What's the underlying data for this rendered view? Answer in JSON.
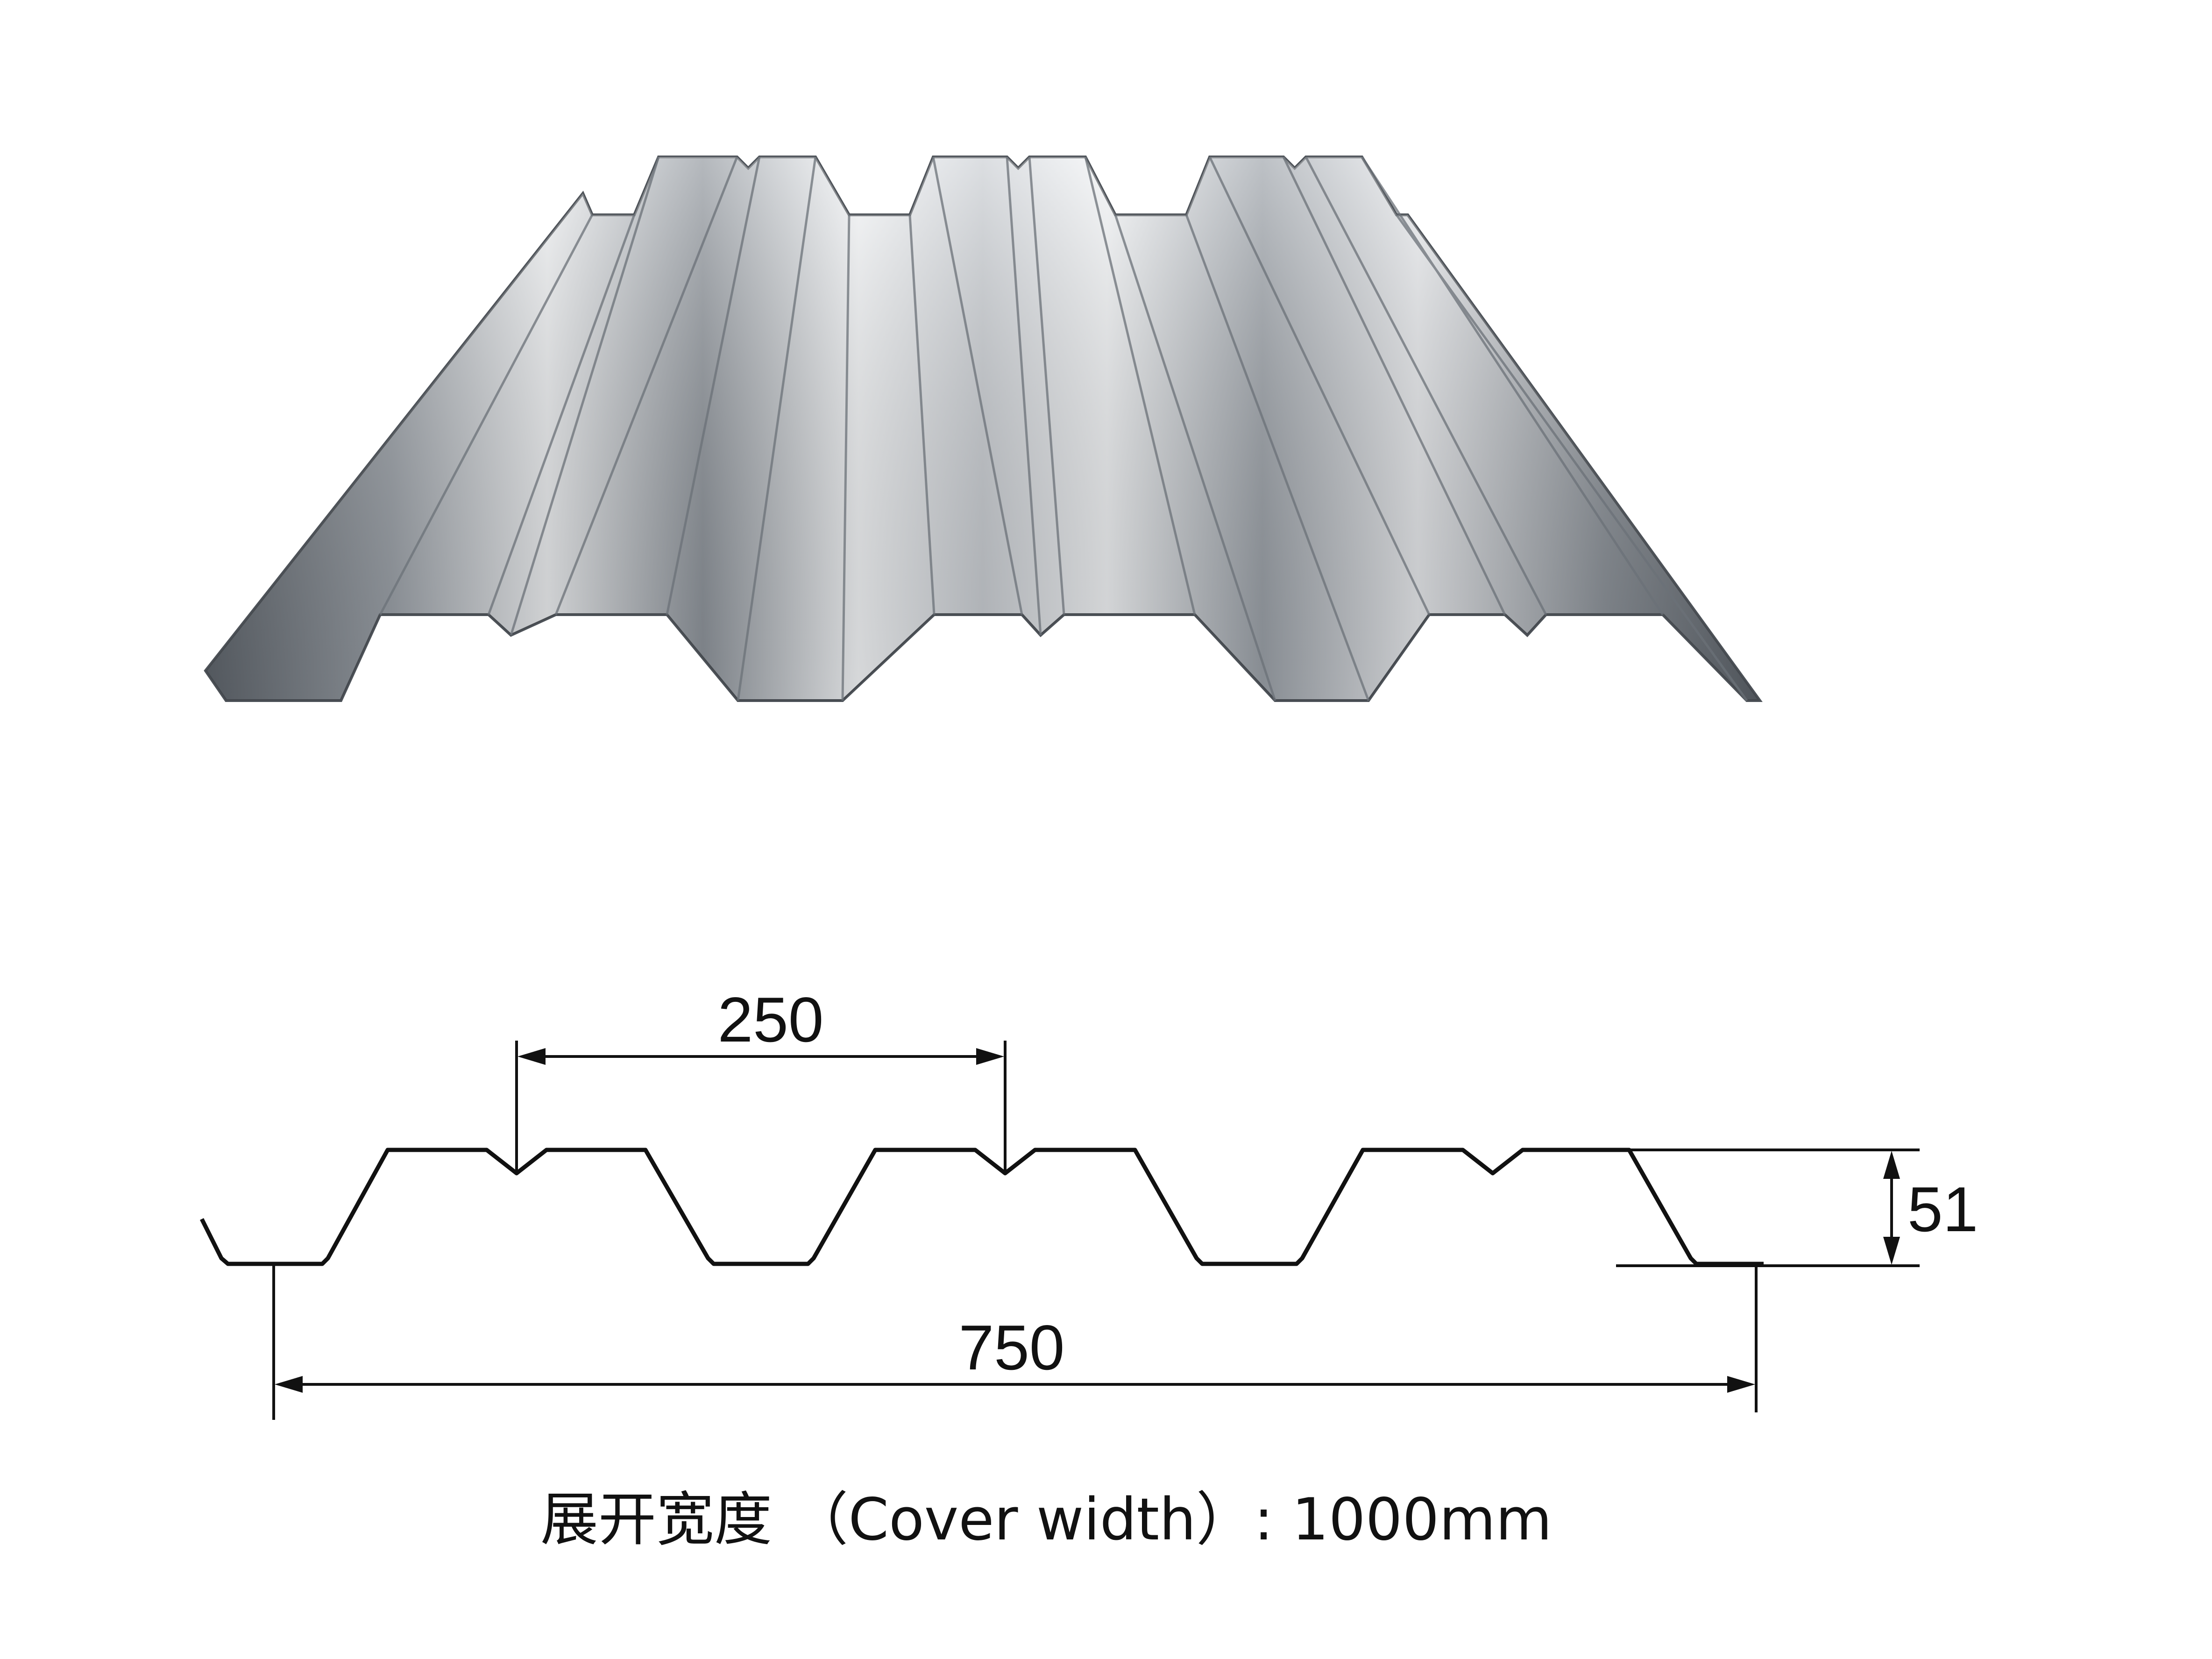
{
  "dimensions": {
    "pitch": "250",
    "height": "51",
    "effective_width": "750"
  },
  "caption": "展开宽度 （Cover width）: 1000mm",
  "colors": {
    "line": "#111111",
    "metal_light": "#f4f6f8",
    "metal_mid": "#b7bcc2",
    "metal_dark": "#5d636a",
    "background": "#ffffff"
  }
}
